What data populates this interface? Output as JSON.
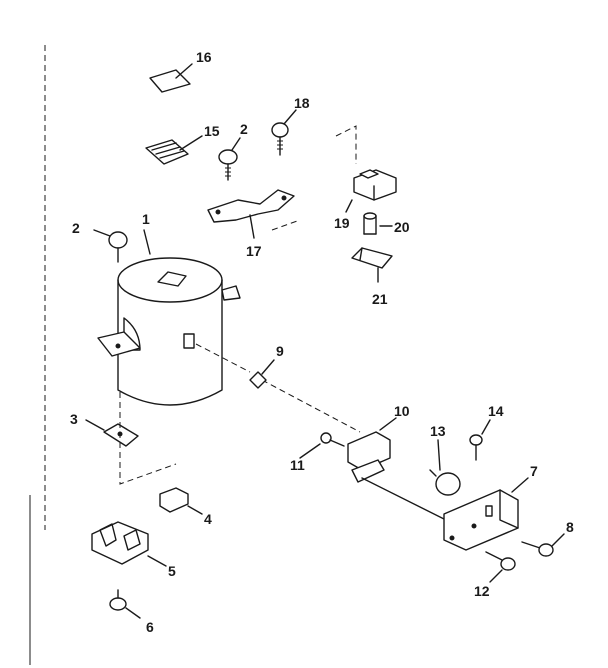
{
  "diagram": {
    "parts": [
      {
        "id": "p16",
        "label": "16"
      },
      {
        "id": "p15",
        "label": "15"
      },
      {
        "id": "p2a",
        "label": "2"
      },
      {
        "id": "p18",
        "label": "18"
      },
      {
        "id": "p2b",
        "label": "2"
      },
      {
        "id": "p1",
        "label": "1"
      },
      {
        "id": "p17",
        "label": "17"
      },
      {
        "id": "p19",
        "label": "19"
      },
      {
        "id": "p20",
        "label": "20"
      },
      {
        "id": "p21",
        "label": "21"
      },
      {
        "id": "p9",
        "label": "9"
      },
      {
        "id": "p3",
        "label": "3"
      },
      {
        "id": "p10",
        "label": "10"
      },
      {
        "id": "p13",
        "label": "13"
      },
      {
        "id": "p14",
        "label": "14"
      },
      {
        "id": "p11",
        "label": "11"
      },
      {
        "id": "p7",
        "label": "7"
      },
      {
        "id": "p4",
        "label": "4"
      },
      {
        "id": "p8",
        "label": "8"
      },
      {
        "id": "p5",
        "label": "5"
      },
      {
        "id": "p12",
        "label": "12"
      },
      {
        "id": "p6",
        "label": "6"
      }
    ]
  }
}
